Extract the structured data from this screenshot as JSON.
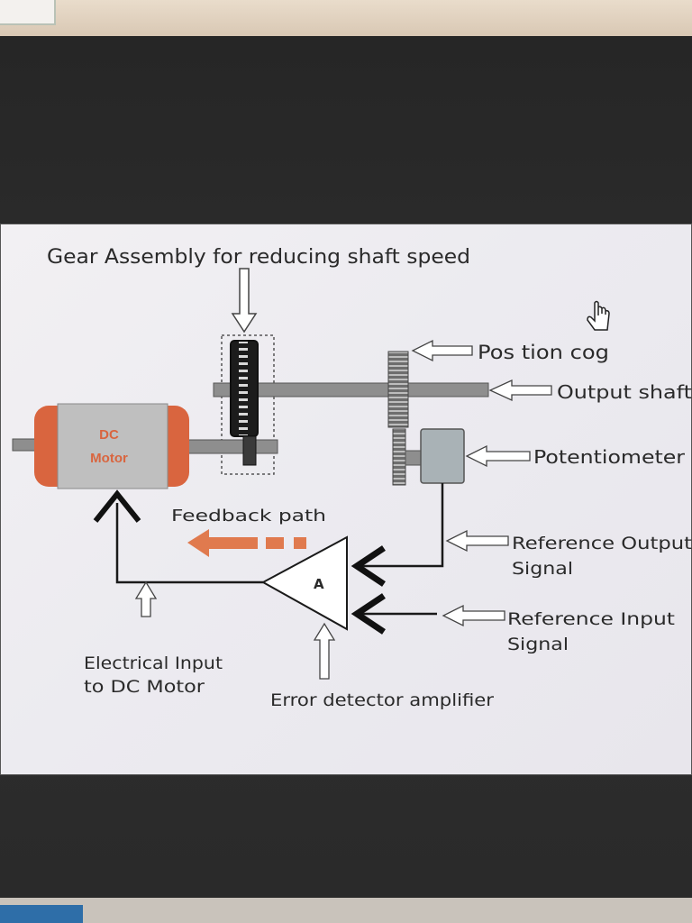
{
  "diagram": {
    "title": "Gear Assembly for reducing shaft speed",
    "labels": {
      "position_cog": "Pos tion cog",
      "output_shaft": "Output shaft",
      "potentiometer": "Potentiometer",
      "feedback_path": "Feedback path",
      "reference_output_line1": "Reference Output",
      "reference_output_line2": "Signal",
      "reference_input_line1": "Reference Input",
      "reference_input_line2": "Signal",
      "electrical_input_line1": "Electrical Input",
      "electrical_input_line2": "to DC Motor",
      "error_detector": "Error detector amplifier"
    },
    "motor": {
      "line1": "DC",
      "line2": "Motor"
    },
    "amplifier_symbol": "A"
  },
  "colors": {
    "motor_accent": "#d9653f",
    "motor_body": "#bfbfbf",
    "feedback_arrow": "#e07a4e",
    "shaft": "#8e8e8e",
    "line": "#1a1a1a"
  }
}
